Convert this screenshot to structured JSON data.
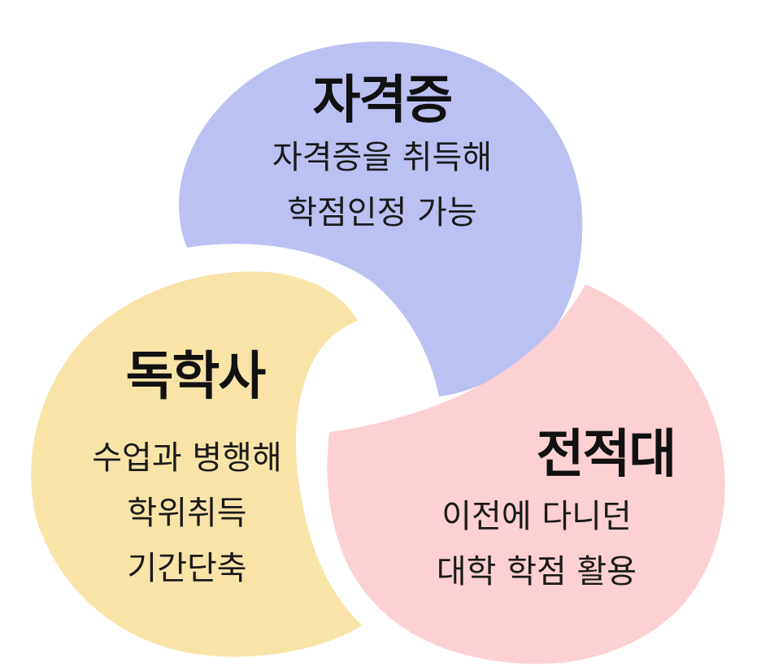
{
  "colors": {
    "top": "#BCC1F3",
    "left": "#F9E4A8",
    "right": "#FDD0D3",
    "text": "#111111"
  },
  "segments": {
    "top": {
      "title": "자격증",
      "lines": [
        "자격증을 취득해",
        "학점인정 가능"
      ]
    },
    "left": {
      "title": "독학사",
      "lines": [
        "수업과 병행해",
        "학위취득",
        "기간단축"
      ]
    },
    "right": {
      "title": "전적대",
      "lines": [
        "이전에 다니던",
        "대학 학점 활용"
      ]
    }
  }
}
